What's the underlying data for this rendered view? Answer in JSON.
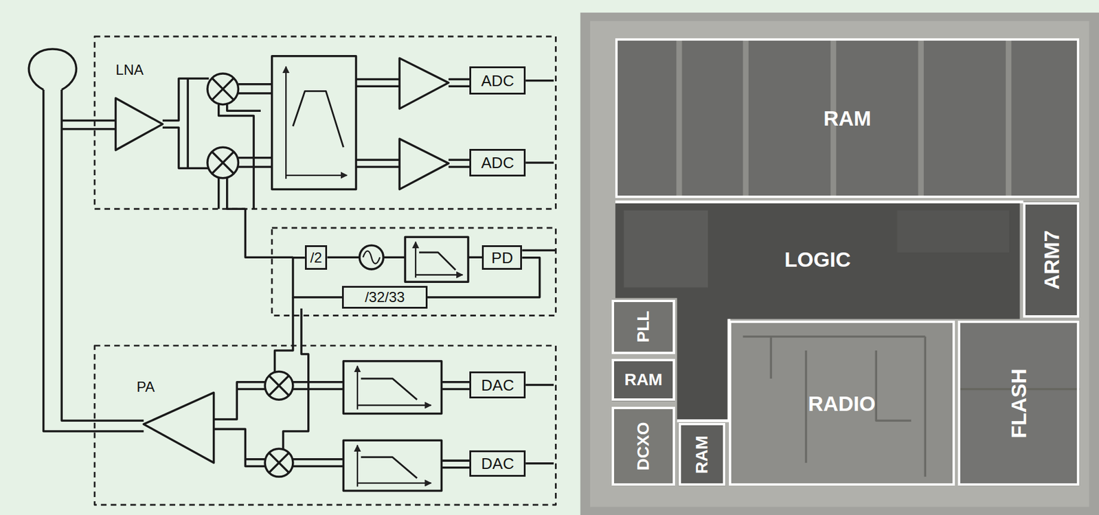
{
  "diagram": {
    "nodes": [
      {
        "text": [
          "ADC"
        ]
      },
      {
        "text": [
          "ADC"
        ]
      },
      {
        "text": [
          "/2"
        ]
      },
      {
        "text": [
          "PD"
        ]
      },
      {
        "text": [
          "/32/33"
        ]
      },
      {
        "text": [
          "DAC"
        ]
      },
      {
        "text": [
          "DAC"
        ]
      },
      {
        "text": [
          "RAM"
        ]
      },
      {
        "text": [
          "LOGIC"
        ]
      },
      {
        "text": [
          "ARM7"
        ]
      },
      {
        "text": [
          "PLL"
        ]
      },
      {
        "text": [
          "RAM"
        ]
      },
      {
        "text": [
          "DCXO"
        ]
      },
      {
        "text": [
          "RAM"
        ]
      },
      {
        "text": [
          "RADIO"
        ]
      },
      {
        "text": [
          "FLASH"
        ]
      }
    ],
    "edges": [
      {
        "from": 3,
        "to": 4,
        "arrow": "none"
      },
      {
        "from": 4,
        "to": 2,
        "arrow": "none"
      }
    ],
    "labels": [
      "LNA",
      "PA"
    ]
  }
}
